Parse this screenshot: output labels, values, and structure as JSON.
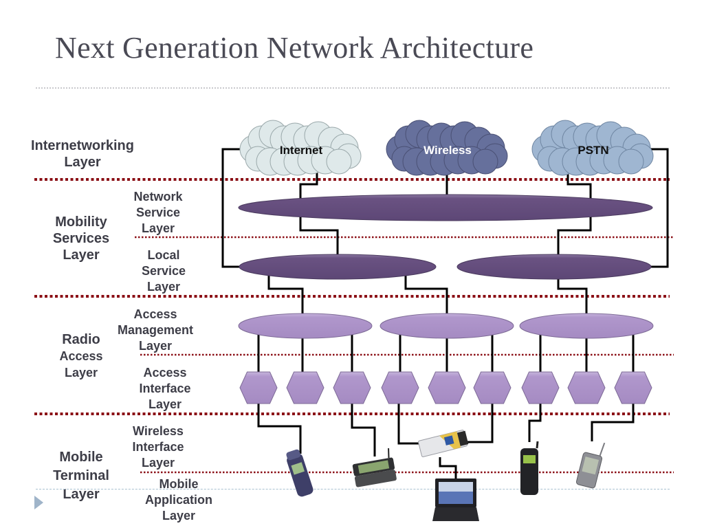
{
  "title": "Next Generation Network Architecture",
  "colors": {
    "title": "#4a4a55",
    "label": "#3d3d47",
    "major_divider": "#8b0f16",
    "minor_divider": "#8b0f16",
    "connector": "#000000",
    "internet_cloud": "#dfe9ea",
    "wireless_cloud": "#66709c",
    "pstn_cloud": "#9fb6d1",
    "service_ellipse": "#6a5282",
    "access_ellipse": "#b097cc",
    "access_hexagon": "#b097cc",
    "bullet": "#9fb4c9"
  },
  "main_layers": [
    {
      "id": "internetworking",
      "lines": [
        "Internetworking",
        "Layer"
      ]
    },
    {
      "id": "mobility-services",
      "lines": [
        "Mobility",
        "Services",
        "Layer"
      ]
    },
    {
      "id": "radio-access",
      "lines": [
        "Radio",
        "Access",
        "Layer"
      ]
    },
    {
      "id": "mobile-terminal",
      "lines": [
        "Mobile",
        "Terminal",
        "Layer"
      ]
    }
  ],
  "sub_layers": [
    {
      "id": "network-service",
      "lines": [
        "Network",
        "Service",
        "Layer"
      ]
    },
    {
      "id": "local-service",
      "lines": [
        "Local",
        "Service",
        "Layer"
      ]
    },
    {
      "id": "access-management",
      "lines": [
        "Access",
        "Management",
        "Layer"
      ]
    },
    {
      "id": "access-interface",
      "lines": [
        "Access",
        "Interface",
        "Layer"
      ]
    },
    {
      "id": "wireless-interface",
      "lines": [
        "Wireless",
        "Interface",
        "Layer"
      ]
    },
    {
      "id": "mobile-application",
      "lines": [
        "Mobile",
        "Application",
        "Layer"
      ]
    }
  ],
  "clouds": [
    {
      "id": "internet",
      "label": "Internet"
    },
    {
      "id": "wireless",
      "label": "Wireless"
    },
    {
      "id": "pstn",
      "label": "PSTN"
    }
  ],
  "network_service_nodes": 1,
  "local_service_nodes": 2,
  "access_management_nodes": 3,
  "access_interface_nodes": 9,
  "terminals": [
    {
      "id": "flip-phone",
      "label": "flip phone"
    },
    {
      "id": "communicator",
      "label": "communicator handheld"
    },
    {
      "id": "pc-card",
      "label": "wireless PC card"
    },
    {
      "id": "laptop",
      "label": "laptop"
    },
    {
      "id": "candybar-phone",
      "label": "mobile phone"
    },
    {
      "id": "pda",
      "label": "PDA"
    }
  ]
}
